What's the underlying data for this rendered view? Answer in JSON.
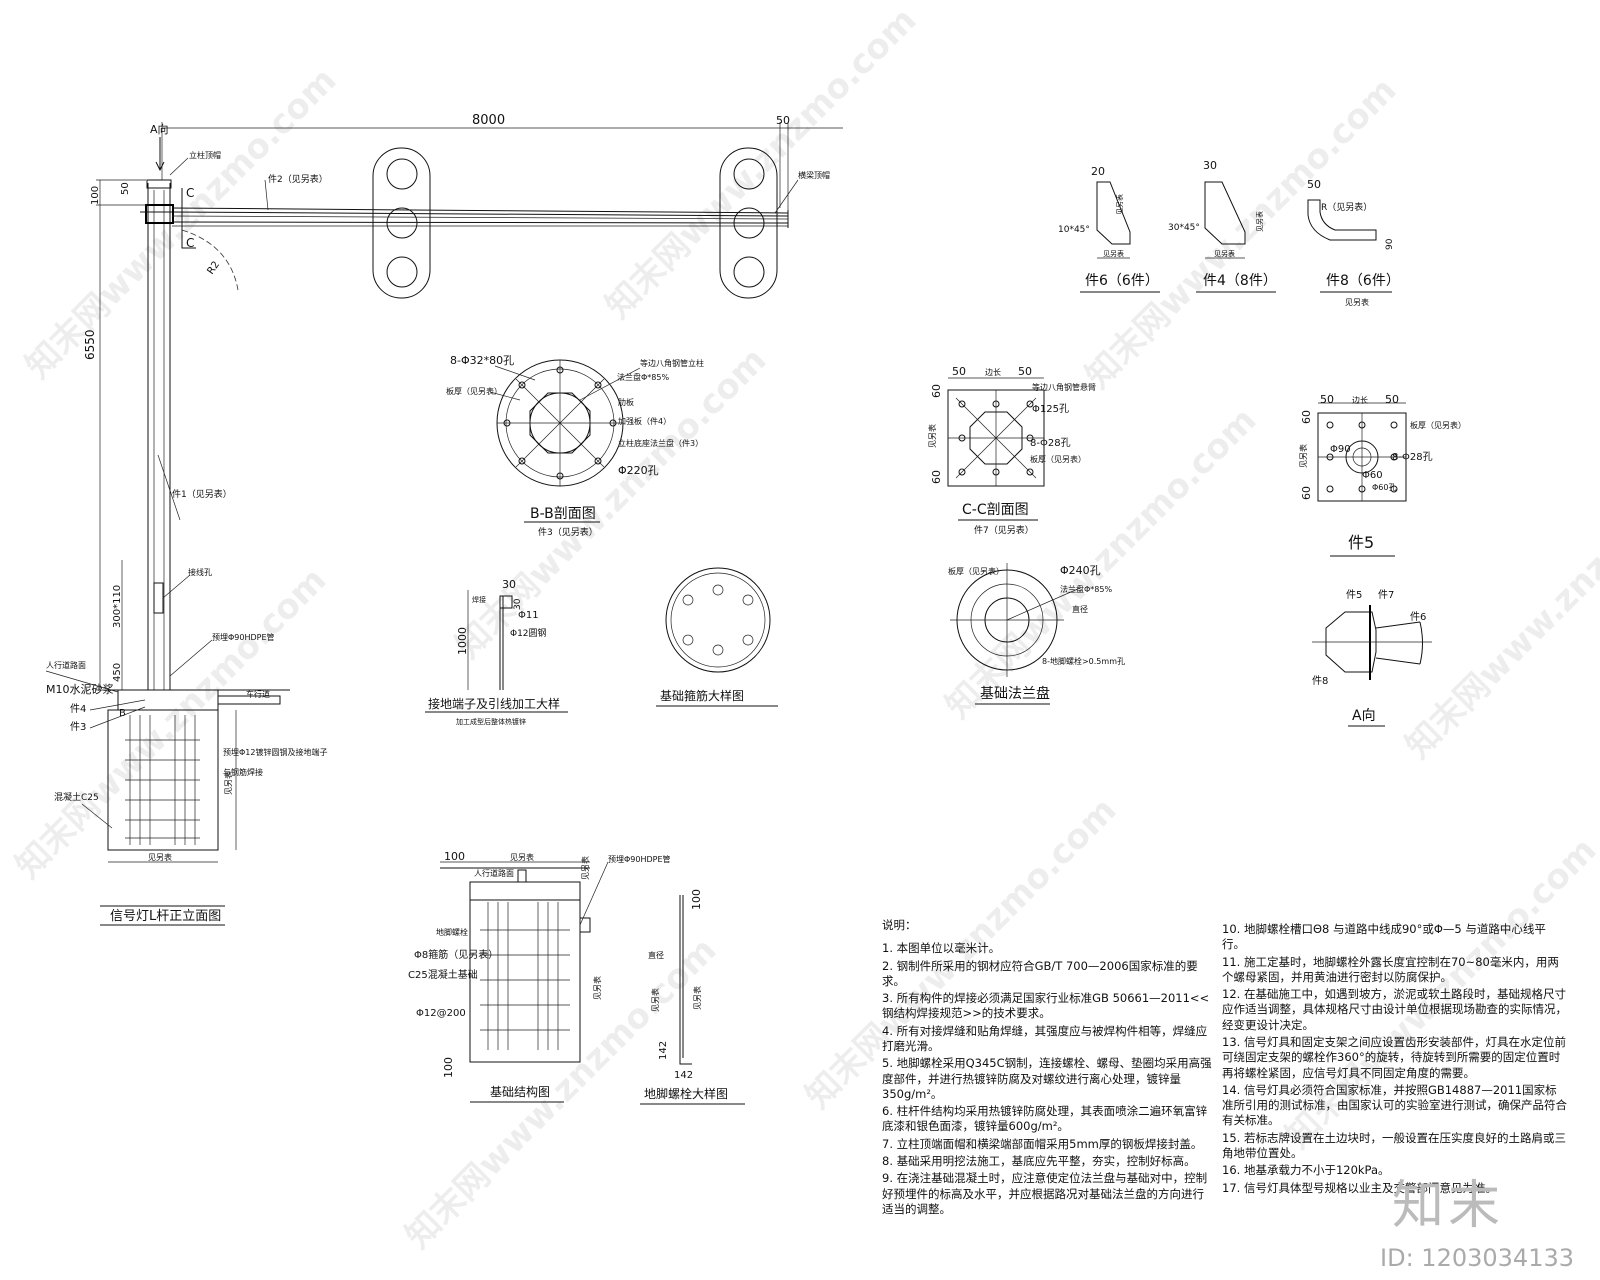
{
  "main_elevation": {
    "title": "信号灯L杆正立面图",
    "a_view_label": "A向",
    "dim_arm_length": "8000",
    "dim_end": "50",
    "dim_pole_height": "6550",
    "dim_top_small": "100",
    "dim_top_small2": "50",
    "dim_hole_height": "300*110",
    "dim_base_above": "450",
    "dim_radius": "R2",
    "labels": {
      "top_cap": "立柱顶帽",
      "arm_end_cap": "横梁顶帽",
      "arm_part": "件2（见另表）",
      "pole_part": "件1（见另表）",
      "wire_hole": "接线孔",
      "hdpe": "预埋Φ90HDPE管",
      "sidewalk": "人行道路面",
      "cement": "M10水泥砂浆",
      "p4": "件4",
      "p3": "件3",
      "ground_rod": "预埋Φ12镀锌圆钢及接地端子",
      "weld": "与钢筋焊接",
      "concrete": "混凝土C25",
      "road": "车行道",
      "see_table": "见另表",
      "section_c": "C",
      "section_b": "B"
    }
  },
  "bb_section": {
    "title": "B-B剖面图",
    "subtitle": "件3（见另表）",
    "labels": [
      "8-Φ32*80孔",
      "等边八角钢管立柱",
      "法兰盘Φ*85%",
      "板厚（见另表）",
      "肋板",
      "加强板（件4）",
      "立柱底座法兰盘（件3）",
      "Φ220孔"
    ]
  },
  "cc_section": {
    "title": "C-C剖面图",
    "subtitle": "件7（见另表）",
    "dims": [
      "50",
      "50",
      "60",
      "60",
      "边长",
      "见另表"
    ],
    "labels": [
      "等边八角钢管悬臂",
      "Φ125孔",
      "8-Φ28孔",
      "板厚（见另表）"
    ]
  },
  "parts_top": [
    {
      "title": "件6（6件）",
      "dims": [
        "20",
        "10*45°",
        "见另表",
        "见另表"
      ]
    },
    {
      "title": "件4（8件）",
      "dims": [
        "30",
        "30*45°",
        "见另表",
        "见另表"
      ]
    },
    {
      "title": "件8（6件）",
      "subtitle": "见另表",
      "dims": [
        "50",
        "R（见另表）",
        "90"
      ]
    }
  ],
  "part5": {
    "title": "件5",
    "dims": [
      "50",
      "边长",
      "50",
      "60",
      "60",
      "见另表"
    ],
    "labels": [
      "板厚（见另表）",
      "8-Φ28孔",
      "Φ90",
      "Φ60",
      "Φ60孔"
    ]
  },
  "a_view": {
    "title": "A向",
    "labels": [
      "件5",
      "件7",
      "件6",
      "件8"
    ]
  },
  "ground_terminal": {
    "title": "接地端子及引线加工大样",
    "subtitle": "加工成型后整体热镀锌",
    "dims": [
      "30",
      "1000",
      "30",
      "Φ11",
      "Φ12圆钢"
    ],
    "labels": [
      "焊接"
    ]
  },
  "rebar_detail": {
    "title": "基础箍筋大样图"
  },
  "base_flange": {
    "title": "基础法兰盘",
    "labels": [
      "板厚（见另表）",
      "Φ240孔",
      "法兰盘Φ*85%",
      "直径",
      "8-地脚螺栓>0.5mm孔"
    ]
  },
  "foundation": {
    "title": "基础结构图",
    "dims": [
      "100",
      "见另表",
      "100",
      "见另表",
      "见另表"
    ],
    "labels": [
      "人行道路面",
      "预埋Φ90HDPE管",
      "地脚螺栓",
      "Φ8箍筋（见另表）",
      "C25混凝土基础",
      "Φ12@200"
    ]
  },
  "anchor_bolt": {
    "title": "地脚螺栓大样图",
    "dims": [
      "100",
      "见另表",
      "142",
      "142",
      "见另表"
    ],
    "labels": [
      "直径"
    ]
  },
  "notes": {
    "title": "说明：",
    "items": [
      "1. 本图单位以毫米计。",
      "2. 钢制件所采用的钢材应符合GB/T 700—2006国家标准的要求。",
      "3. 所有构件的焊接必须满足国家行业标准GB 50661—2011<<钢结构焊接规范>>的技术要求。",
      "4. 所有对接焊缝和贴角焊缝，其强度应与被焊构件相等，焊缝应打磨光滑。",
      "5. 地脚螺栓采用Q345C钢制，连接螺栓、螺母、垫圈均采用高强度部件，并进行热镀锌防腐及对螺纹进行离心处理，镀锌量350g/m²。",
      "6. 柱杆件结构均采用热镀锌防腐处理，其表面喷涂二遍环氧富锌底漆和银色面漆，镀锌量600g/m²。",
      "7. 立柱顶端面帽和横梁端部面帽采用5mm厚的钢板焊接封盖。",
      "8. 基础采用明挖法施工，基底应先平整，夯实，控制好标高。",
      "9. 在浇注基础混凝土时，应注意使定位法兰盘与基础对中，控制好预埋件的标高及水平，并应根据路况对基础法兰盘的方向进行适当的调整。",
      "10. 地脚螺栓槽口Θ8 与道路中线成90°或Φ—5 与道路中心线平行。",
      "11. 施工定基时，地脚螺栓外露长度宜控制在70~80毫米内，用两个螺母紧固，并用黄油进行密封以防腐保护。",
      "12. 在基础施工中，如遇到坡方，淤泥或软土路段时，基础规格尺寸应作适当调整，具体规格尺寸由设计单位根据现场勘查的实际情况，经变更设计决定。",
      "13. 信号灯具和固定支架之间应设置齿形安装部件，灯具在水定位前可绕固定支架的螺栓作360°的旋转，待旋转到所需要的固定位置时再将螺栓紧固，应信号灯具不同固定角度的需要。",
      "14. 信号灯具必须符合国家标准，并按照GB14887—2011国家标准所引用的测试标准，由国家认可的实验室进行测试，确保产品符合有关标准。",
      "15. 若标志牌设置在土边块时，一般设置在压实度良好的土路肩或三角地带位置处。",
      "16. 地基承载力不小于120kPa。",
      "17. 信号灯具体型号规格以业主及交警部门意见为准。"
    ]
  },
  "watermark": {
    "site": "知末网www.znzmo.com",
    "brand": "知末",
    "id": "ID: 1203034133"
  }
}
